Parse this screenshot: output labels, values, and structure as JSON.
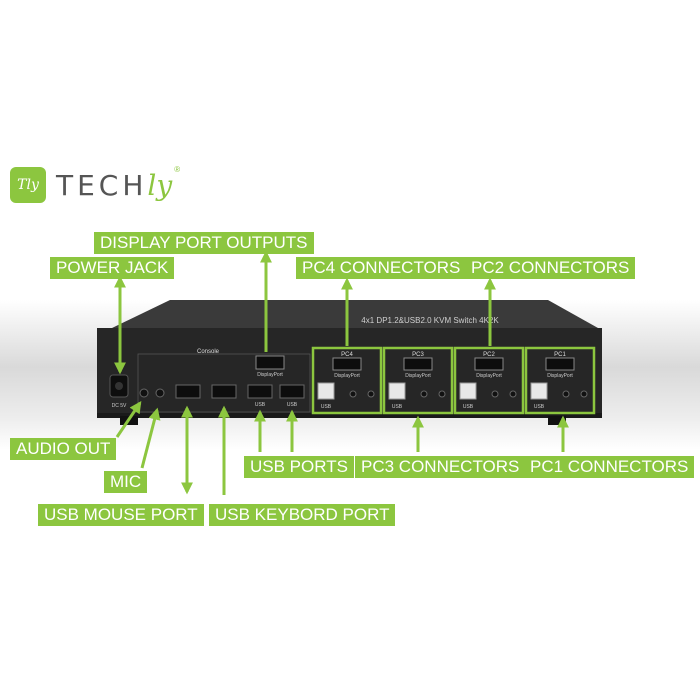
{
  "logo": {
    "main": "TECH",
    "accent": "ly",
    "badge": "Tly",
    "mark": "®"
  },
  "device": {
    "top_text": "4x1 DP1.2&USB2.0 KVM Switch 4K2K",
    "console_label": "Console",
    "displayport_label": "DisplayPort",
    "power_label": "DC 5V",
    "usb_label": "USB",
    "pc_labels": [
      "PC4",
      "PC3",
      "PC2",
      "PC1"
    ]
  },
  "labels": {
    "display_port_outputs": "DISPLAY PORT OUTPUTS",
    "power_jack": "POWER JACK",
    "pc4_connectors": "PC4 CONNECTORS",
    "pc2_connectors": "PC2 CONNECTORS",
    "audio_out": "AUDIO OUT",
    "mic": "MIC",
    "usb_mouse_port": "USB MOUSE PORT",
    "usb_keybord_port": "USB KEYBORD PORT",
    "usb_ports": "USB PORTS",
    "pc3_connectors": "PC3 CONNECTORS",
    "pc1_connectors": "PC1 CONNECTORS"
  },
  "colors": {
    "accent": "#8cc63f",
    "device_body": "#2a2a2a",
    "label_text": "#ffffff"
  }
}
